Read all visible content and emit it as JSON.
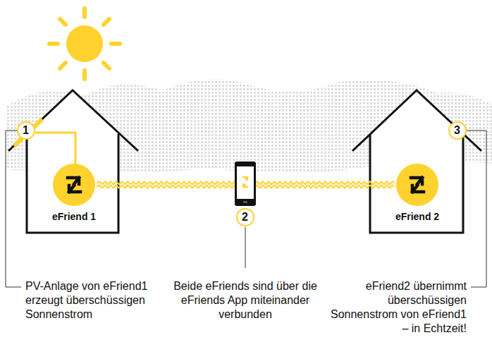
{
  "diagram": {
    "nodes": [
      {
        "text": [
          "eFriend 1"
        ]
      },
      {
        "text": [
          "eFriend 2"
        ]
      }
    ],
    "edges": [
      {
        "from": 0,
        "to": 1,
        "arrow": "none"
      }
    ],
    "labels": [
      "1",
      "2",
      "3",
      "PV-Anlage von eFriend1 erzeugt überschüssigen Sonnenstrom",
      "Beide eFriends sind über die eFriends App miteinander verbunden",
      "eFriend2 übernimmt überschüssigen Sonnenstrom von eFriend1 – in Echtzeit!"
    ]
  }
}
